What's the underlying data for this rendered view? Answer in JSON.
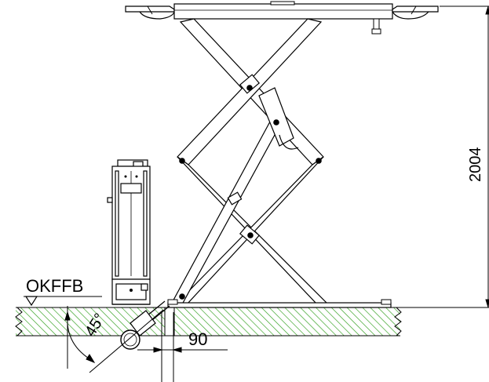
{
  "labels": {
    "floor_reference": "OKFFB",
    "height_dimension": "2004",
    "offset_dimension": "90",
    "angle_dimension": "45°"
  },
  "colors": {
    "line": "#000000",
    "hatch": "#2e9e1a",
    "background": "#ffffff"
  },
  "icons": {
    "floor_marker": "triangle-down-icon"
  }
}
